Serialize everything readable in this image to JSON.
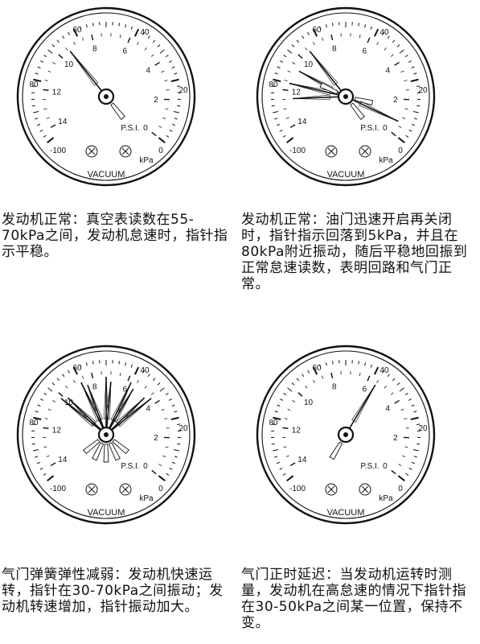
{
  "gauge_labels": {
    "kpa_scale": [
      "-100",
      "80",
      "60",
      "40",
      "20",
      "0"
    ],
    "psi_scale": [
      "14",
      "12",
      "10",
      "8",
      "6",
      "4",
      "2",
      "0"
    ],
    "psi_unit": "P.S.I.",
    "kpa_unit": "kPa",
    "vacuum": "VACUUM"
  },
  "panels": [
    {
      "id": "p1",
      "caption": "发动机正常：真空表读数在55-70kPa之间，发动机怠速时，指针指示平稳。",
      "needle_kpa": [
        65
      ],
      "swing_kpa": []
    },
    {
      "id": "p2",
      "caption": "发动机正常：油门迅速开启再关闭时，指针指示回落到5kPa，并且在80kPa附近振动，随后平稳地回振到正常怠速读数，表明回路和气门正常。",
      "needle_kpa": [
        65,
        80,
        5
      ],
      "swing_kpa": [
        74,
        86
      ]
    },
    {
      "id": "p3",
      "caption": "气门弹簧弹性减弱：发动机快速运转，指针在30-70kPa之间振动；发动机转速增加，指针振动加大。",
      "needle_kpa": [
        70,
        60,
        50,
        40,
        30
      ],
      "swing_kpa": [
        68,
        58,
        48,
        38,
        32
      ]
    },
    {
      "id": "p4",
      "caption": "气门正时延迟：当发动机运转时测量，发动机在高怠速的情况下指针指在30-50kPa之间某一位置，保持不变。",
      "needle_kpa": [
        38
      ],
      "swing_kpa": []
    }
  ]
}
